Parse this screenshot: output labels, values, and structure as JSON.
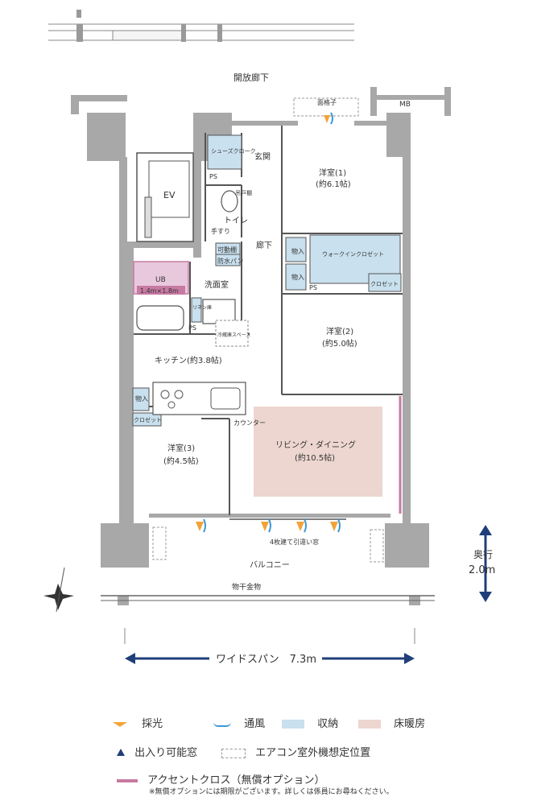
{
  "floorplan": {
    "corridor": "開放廊下",
    "grille": "面格子",
    "mb": "MB",
    "ev": "EV",
    "shoes_closet": "シューズクローク",
    "ps": "PS",
    "entrance": "玄関",
    "shelf": "吊戸棚",
    "toilet": "トイレ",
    "handrail": "手すり",
    "hallway": "廊下",
    "shelf_movable": "可動棚",
    "waterproof_pan": "防水パン",
    "ub": "UB",
    "ub_size": "1.4m×1.8m",
    "washroom": "洗面室",
    "linen": "リネン庫",
    "fridge": "冷蔵庫スペース",
    "kitchen": "キッチン(約3.8帖)",
    "storage": "物入",
    "closet": "クロゼット",
    "counter": "カウンター",
    "room1": "洋室(1)",
    "room1_size": "(約6.1帖)",
    "walkin": "ウォークインクロゼット",
    "room2": "洋室(2)",
    "room2_size": "(約5.0帖)",
    "room3": "洋室(3)",
    "room3_size": "(約4.5帖)",
    "living": "リビング・ダイニング",
    "living_size": "(約10.5帖)",
    "window": "4枚建て引違い窓",
    "balcony": "バルコニー",
    "drying": "物干金物",
    "depth_label": "奥行",
    "depth_value": "2.0m",
    "span": "ワイドスパン　7.3m"
  },
  "legend": {
    "light": "採光",
    "wind": "通風",
    "storage": "収納",
    "floor_heat": "床暖房",
    "door_window": "出入り可能窓",
    "aircon": "エアコン室外機想定位置",
    "accent": "アクセントクロス（無償オプション）",
    "note": "※無償オプションには期限がございます。詳しくは係員にお尋ねください。"
  },
  "colors": {
    "storage": "#c9e0ee",
    "floor_heat": "#edd6d0",
    "accent": "#c77aa2",
    "navy": "#1f3f7a",
    "light": "#f2a33a",
    "wind": "#3d9ad6",
    "ub": "#c77aa2"
  }
}
